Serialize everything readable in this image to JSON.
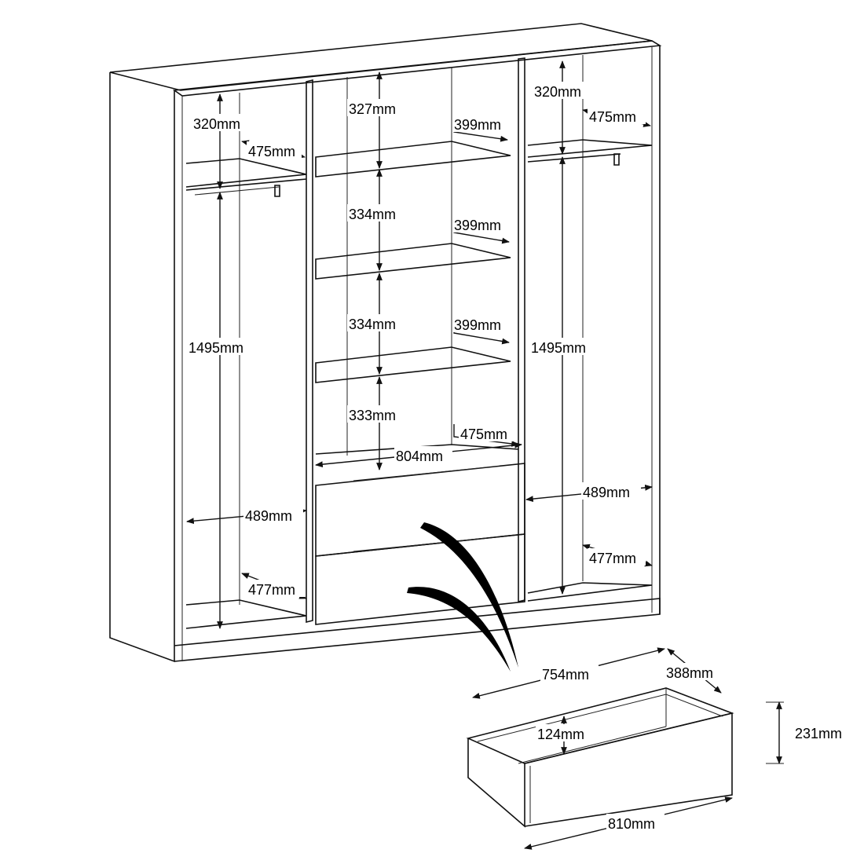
{
  "wardrobe": {
    "left": {
      "shelf_height": "320mm",
      "shelf_depth": "475mm",
      "hanging_height": "1495mm",
      "width": "489mm",
      "bottom_depth": "477mm"
    },
    "middle": {
      "top_height": "327mm",
      "shelf_1_height": "334mm",
      "shelf_2_height": "334mm",
      "lower_height": "333mm",
      "shelf_depth_1": "399mm",
      "shelf_depth_2": "399mm",
      "shelf_depth_3": "399mm",
      "bottom_depth": "475mm",
      "width": "804mm"
    },
    "right": {
      "shelf_height": "320mm",
      "shelf_depth": "475mm",
      "hanging_height": "1495mm",
      "width": "489mm",
      "bottom_depth": "477mm"
    }
  },
  "drawer": {
    "inner_width": "754mm",
    "depth": "388mm",
    "height": "231mm",
    "inner_height": "124mm",
    "front_width": "810mm"
  }
}
